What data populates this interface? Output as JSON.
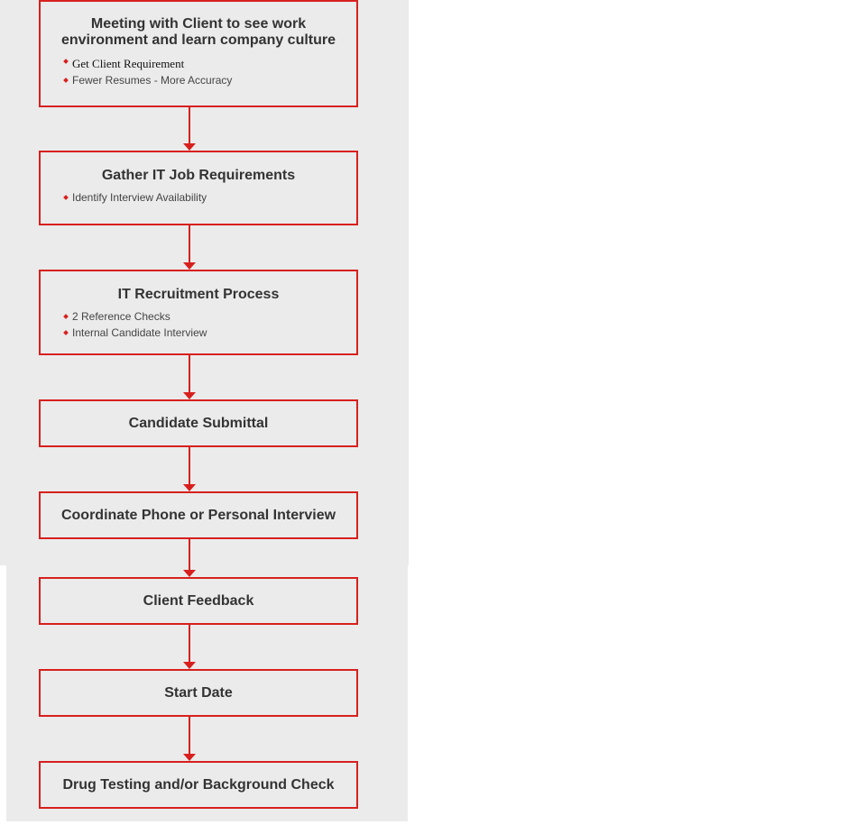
{
  "colors": {
    "accent": "#d7201e",
    "background": "#ebebeb",
    "text": "#333333"
  },
  "steps": [
    {
      "title": "Meeting with Client to see work environment and learn company culture",
      "bullets": [
        "Get Client Requirement",
        "Fewer Resumes - More Accuracy"
      ]
    },
    {
      "title": "Gather IT Job Requirements",
      "bullets": [
        "Identify Interview Availability"
      ]
    },
    {
      "title": "IT Recruitment Process",
      "bullets": [
        "2 Reference Checks",
        "Internal Candidate Interview"
      ]
    },
    {
      "title": "Candidate Submittal",
      "bullets": []
    },
    {
      "title": "Coordinate Phone or Personal Interview",
      "bullets": []
    },
    {
      "title": "Client Feedback",
      "bullets": []
    },
    {
      "title": "Start Date",
      "bullets": []
    },
    {
      "title": "Drug Testing and/or Background Check",
      "bullets": []
    }
  ]
}
